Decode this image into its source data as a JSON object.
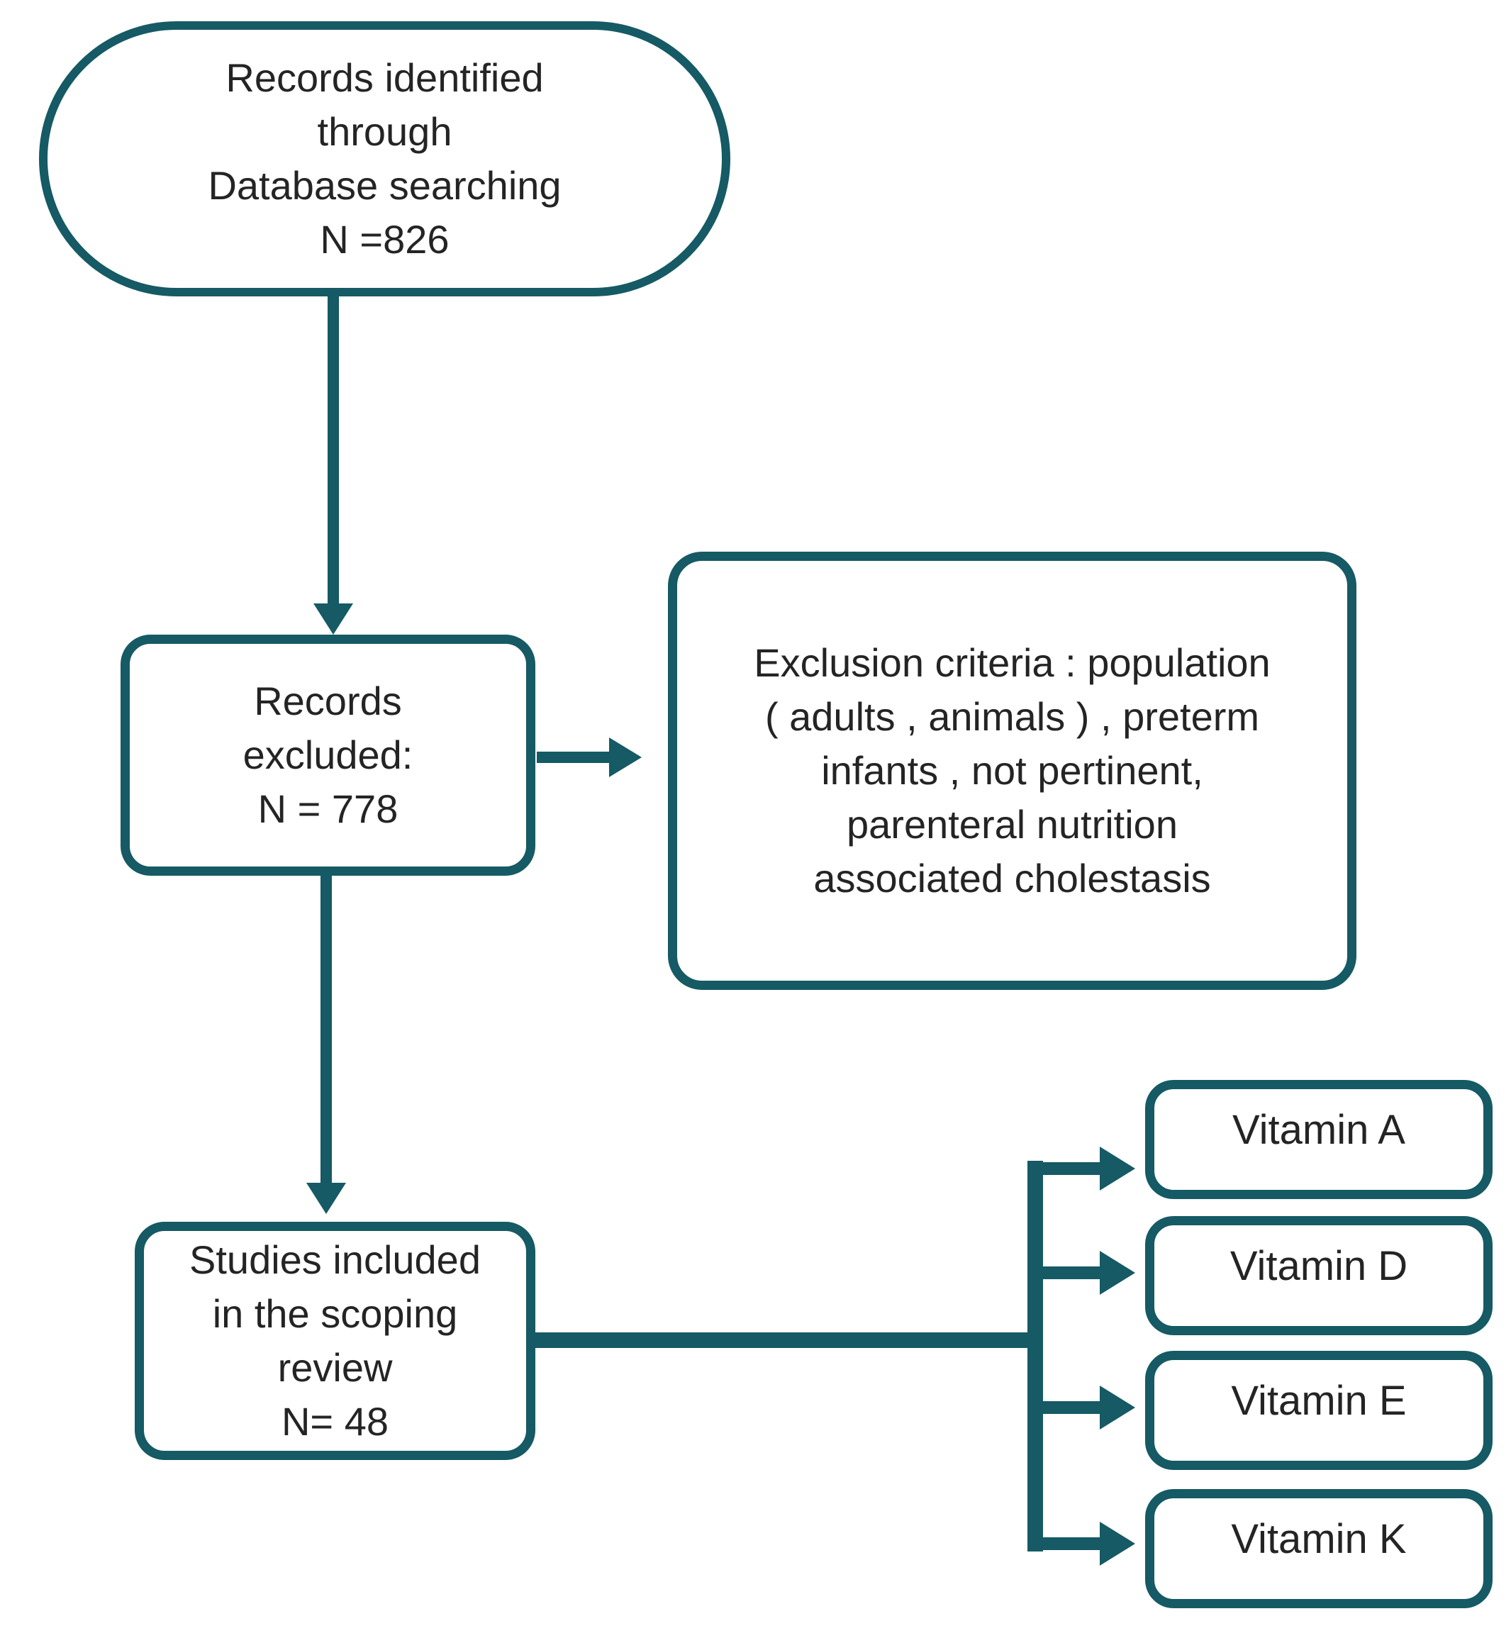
{
  "colors": {
    "accent": "#155a64",
    "text": "#242424",
    "background": "#ffffff"
  },
  "nodes": {
    "records_identified": "Records identified\nthrough\nDatabase searching\nN =826",
    "records_excluded": "Records\nexcluded:\nN = 778",
    "exclusion_criteria": "Exclusion criteria : population\n( adults , animals ) , preterm\ninfants , not pertinent,\nparenteral nutrition\nassociated cholestasis",
    "studies_included": "Studies included\nin the scoping\nreview\nN= 48",
    "vitamins": [
      "Vitamin A",
      "Vitamin D",
      "Vitamin E",
      "Vitamin K"
    ]
  }
}
